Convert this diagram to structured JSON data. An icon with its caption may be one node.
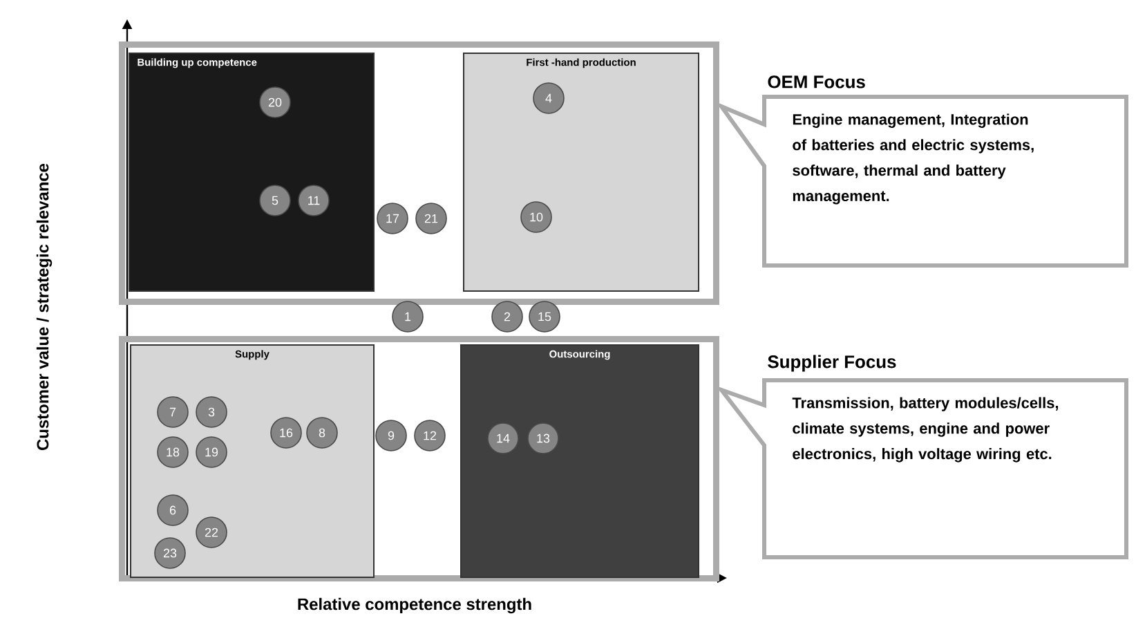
{
  "diagram": {
    "nodes": [
      {
        "text": [],
        "shape": "box"
      },
      {
        "text": [
          "Building up competence"
        ],
        "in": 0
      },
      {
        "text": [
          "First -hand production"
        ],
        "in": 0
      },
      {
        "text": [
          "20"
        ],
        "in": 1
      },
      {
        "text": [
          "4"
        ],
        "in": 2
      },
      {
        "text": [
          "5"
        ],
        "in": 1
      },
      {
        "text": [
          "11"
        ],
        "in": 1
      },
      {
        "text": [
          "17"
        ],
        "in": 0
      },
      {
        "text": [
          "21"
        ],
        "in": 0
      },
      {
        "text": [
          "10"
        ],
        "in": 2
      },
      {
        "text": [
          "OEM Focus",
          "Engine management, Integration of batteries and electric systems, software, thermal and battery management."
        ]
      },
      {
        "text": [
          "1"
        ]
      },
      {
        "text": [
          "2"
        ]
      },
      {
        "text": [
          "15"
        ]
      },
      {
        "text": [],
        "shape": "box"
      },
      {
        "text": [
          "Supply"
        ],
        "in": 14
      },
      {
        "text": [
          "Outsourcing"
        ],
        "in": 14
      },
      {
        "text": [
          "7"
        ],
        "in": 15
      },
      {
        "text": [
          "3"
        ],
        "in": 15
      },
      {
        "text": [
          "16"
        ],
        "in": 15
      },
      {
        "text": [
          "8"
        ],
        "in": 15
      },
      {
        "text": [
          "9"
        ],
        "in": 14
      },
      {
        "text": [
          "12"
        ],
        "in": 14
      },
      {
        "text": [
          "14"
        ],
        "in": 16
      },
      {
        "text": [
          "13"
        ],
        "in": 16
      },
      {
        "text": [
          "18"
        ],
        "in": 15
      },
      {
        "text": [
          "19"
        ],
        "in": 15
      },
      {
        "text": [
          "6"
        ],
        "in": 15
      },
      {
        "text": [
          "22"
        ],
        "in": 15
      },
      {
        "text": [
          "23"
        ],
        "in": 15
      },
      {
        "text": [
          "Supplier Focus",
          "Transmission, battery modules/cells, climate systems, engine and power electronics, high voltage wiring etc."
        ]
      }
    ],
    "edges": [],
    "labels": [
      "Customer value / strategic relevance",
      "Relative competence strength"
    ]
  }
}
